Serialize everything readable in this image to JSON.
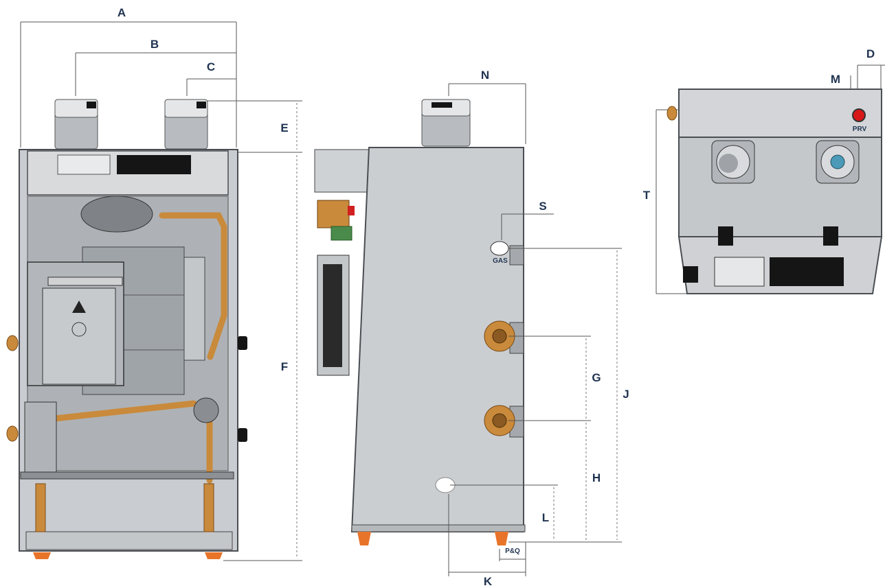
{
  "dimension_labels": {
    "A": "A",
    "B": "B",
    "C": "C",
    "D": "D",
    "E": "E",
    "F": "F",
    "G": "G",
    "H": "H",
    "J": "J",
    "K": "K",
    "L": "L",
    "M": "M",
    "N": "N",
    "S": "S",
    "T": "T",
    "PQ": "P&Q"
  },
  "component_labels": {
    "gas": "GAS",
    "prv": "PRV"
  }
}
